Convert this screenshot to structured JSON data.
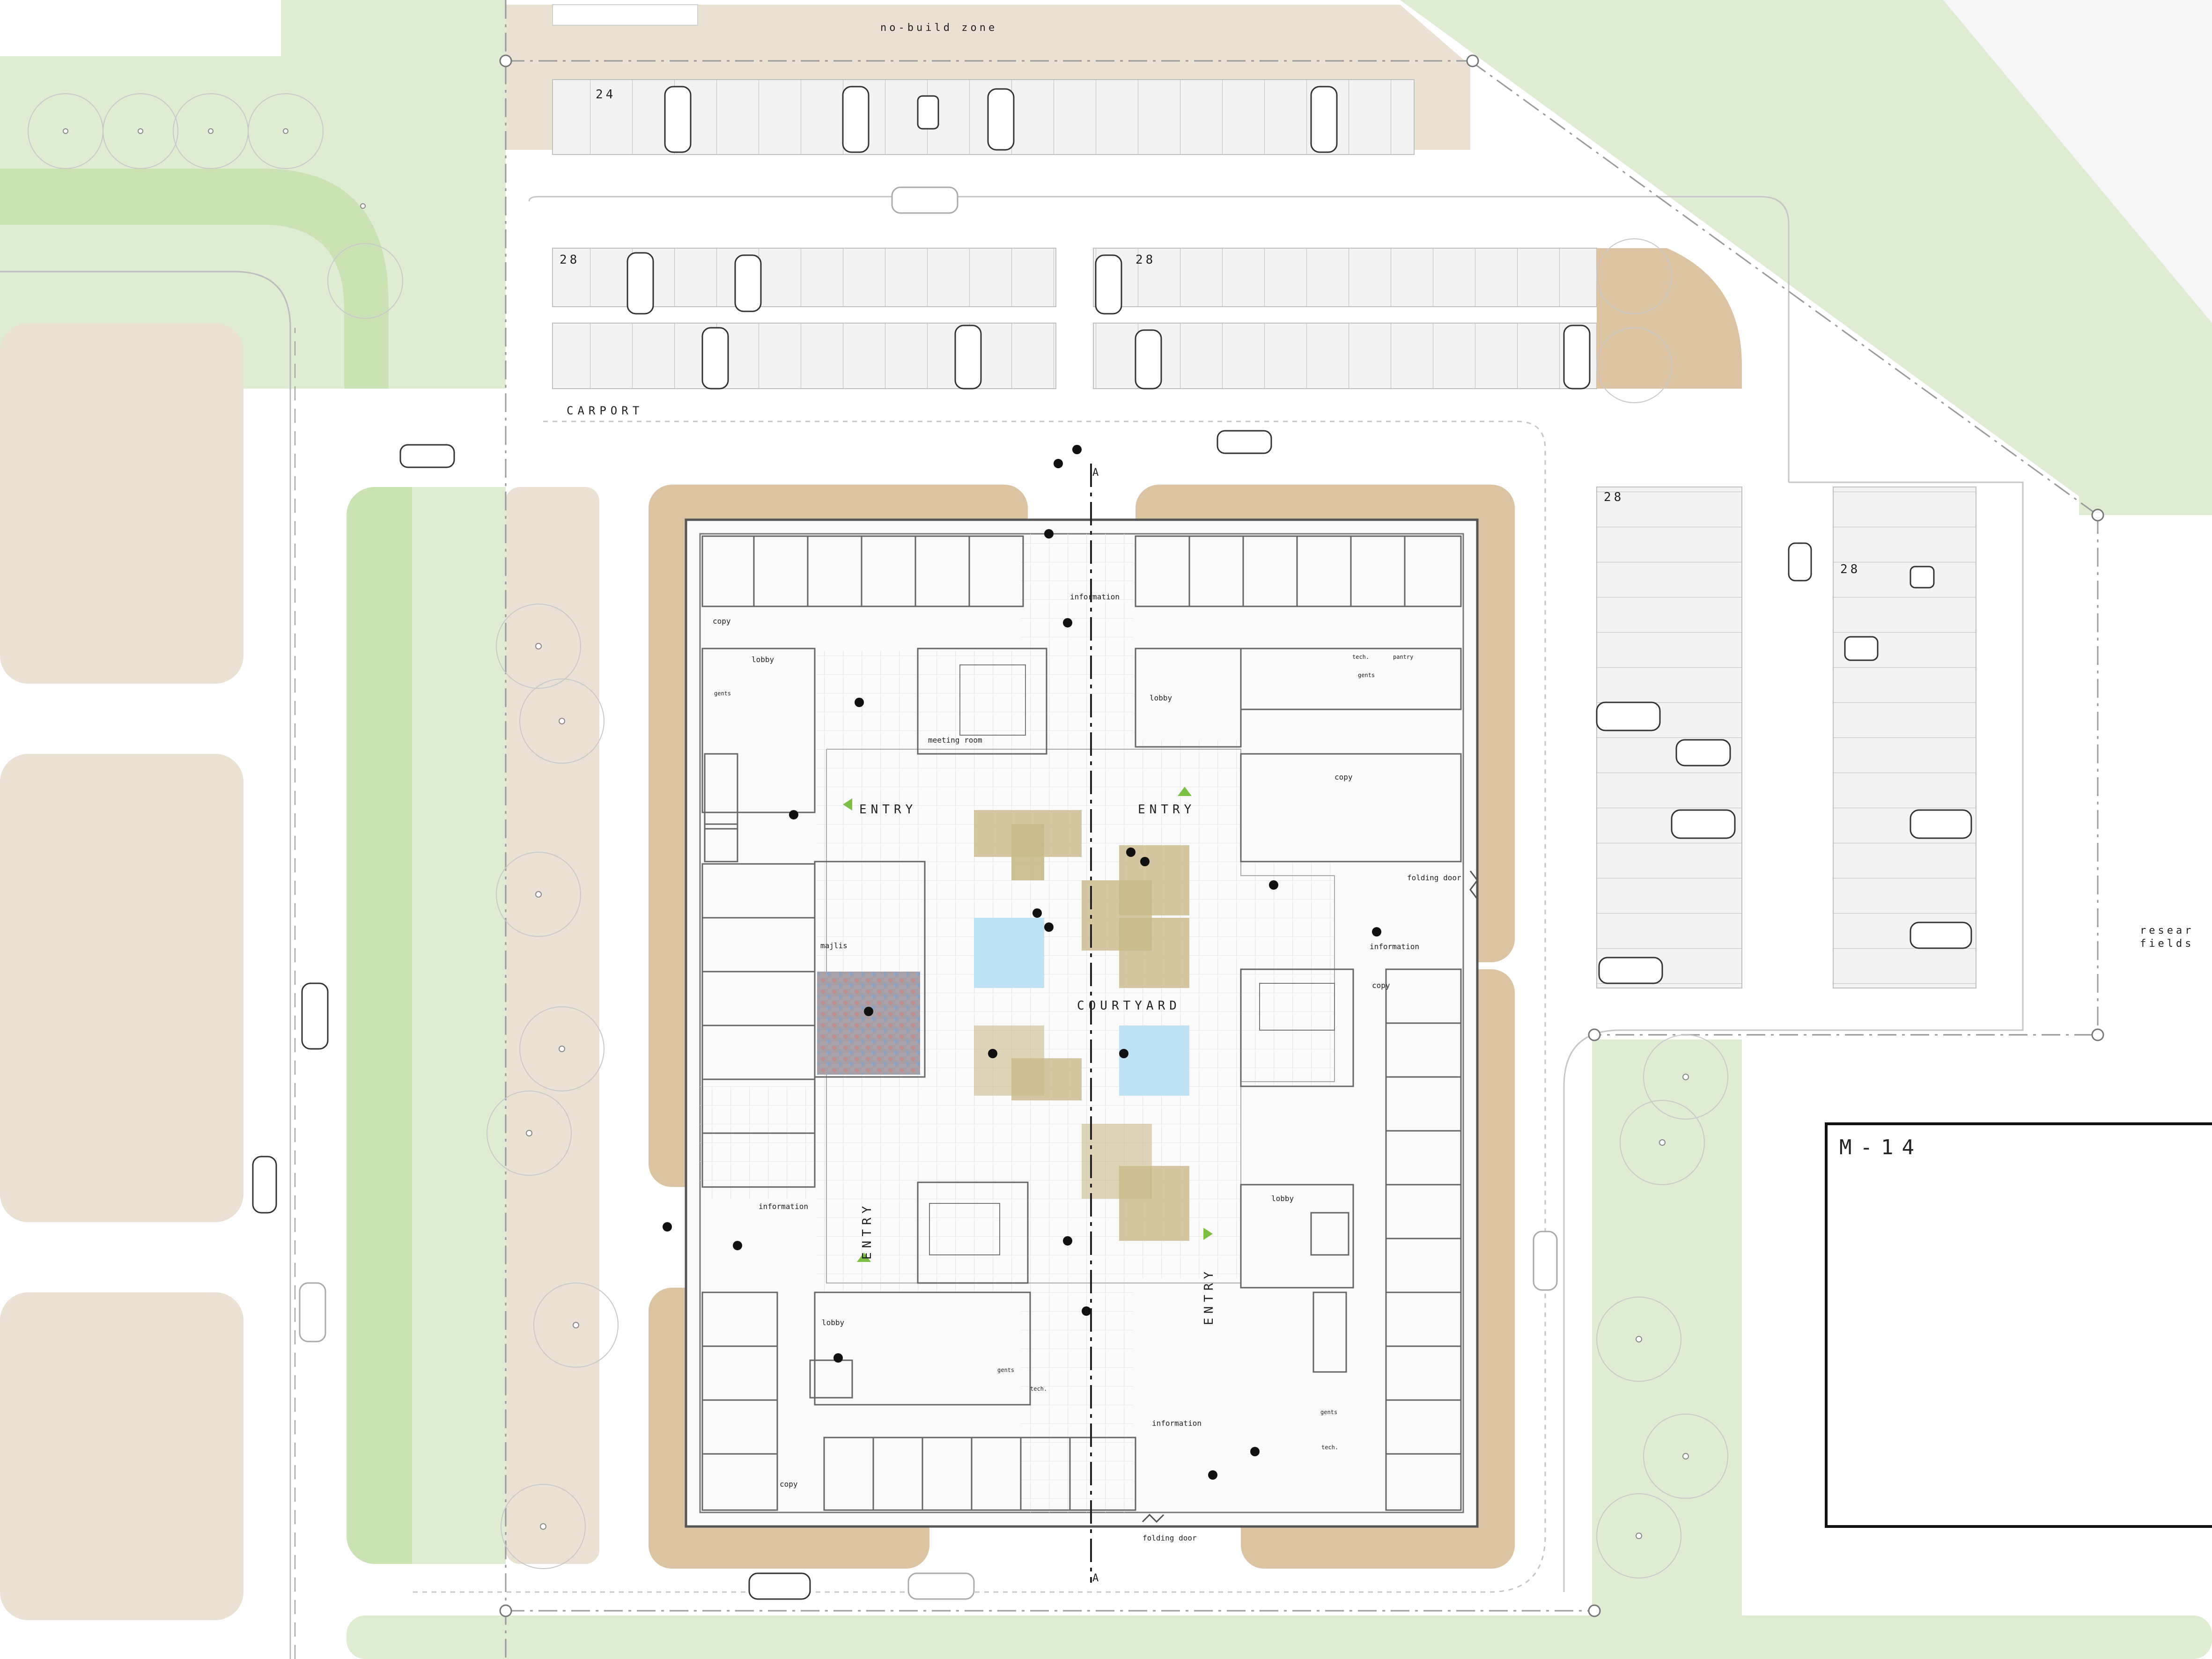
{
  "site_labels": {
    "no_build_zone": "no-build zone",
    "carport": "CARPORT",
    "courtyard": "COURTYARD",
    "research_fields": [
      "resear",
      "fields"
    ],
    "plot_id": "M-14"
  },
  "parking_counts": {
    "top_row": "24",
    "carport_left": "28",
    "carport_right": "28",
    "east_left": "28",
    "east_right": "28"
  },
  "entries": [
    "ENTRY",
    "ENTRY",
    "ENTRY",
    "ENTRY"
  ],
  "section_marks": [
    "A",
    "A"
  ],
  "rooms": {
    "information_n": "information",
    "information_e": "information",
    "information_w": "information",
    "information_s": "information",
    "lobby_nw": "lobby",
    "lobby_ne": "lobby",
    "lobby_sw": "lobby",
    "lobby_se": "lobby",
    "copy_nw": "copy",
    "copy_ne": "copy",
    "copy_sw": "copy",
    "copy_se": "copy",
    "meeting_room": "meeting room",
    "majlis": "majlis",
    "pantry_ne": "pantry",
    "tech_ne": "tech.",
    "gents_ne": "gents",
    "gents_nw": "gents",
    "gents_sw": "gents",
    "tech_sw": "tech.",
    "gents_se": "gents",
    "tech_se": "tech.",
    "folding_door_e": "folding door",
    "folding_door_s": "folding door"
  },
  "colors": {
    "green_zone": "#deecd2",
    "green_strip": "#c9e3b5",
    "sand": "#eae1d3",
    "tan": "#dcc4a2",
    "road": "#ffffff",
    "courtyard_floor": "#f1f1f1",
    "tan_block": "#c9b98a",
    "water_block": "#bfe1f4",
    "entry_arrow": "#7bc043"
  }
}
